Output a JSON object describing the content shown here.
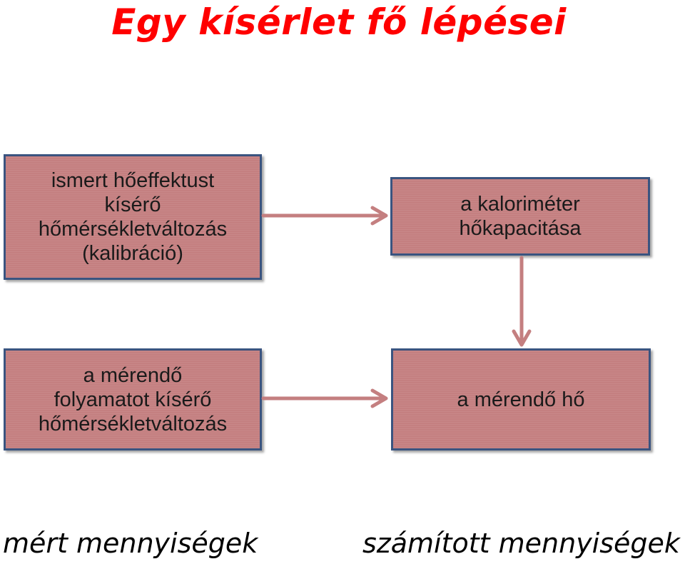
{
  "title": "Egy kísérlet fő lépései",
  "boxes": {
    "calibration": {
      "lines": [
        "ismert hőeffektust",
        "kísérő",
        "hőmérsékletváltozás",
        "(kalibráció)"
      ]
    },
    "heat_capacity": {
      "lines": [
        "a kaloriméter",
        "hőkapacitása"
      ]
    },
    "measured_process": {
      "lines": [
        "a mérendő",
        "folyamatot kísérő",
        "hőmérsékletváltozás"
      ]
    },
    "measured_heat": {
      "lines": [
        "a mérendő hő"
      ]
    }
  },
  "footer": {
    "measured": "mért mennyiségek",
    "computed": "számított mennyiségek"
  },
  "colors": {
    "title": "#ff0000",
    "box_fill": "#c47f80",
    "box_border": "#3a5480",
    "arrow": "#c47f80"
  }
}
